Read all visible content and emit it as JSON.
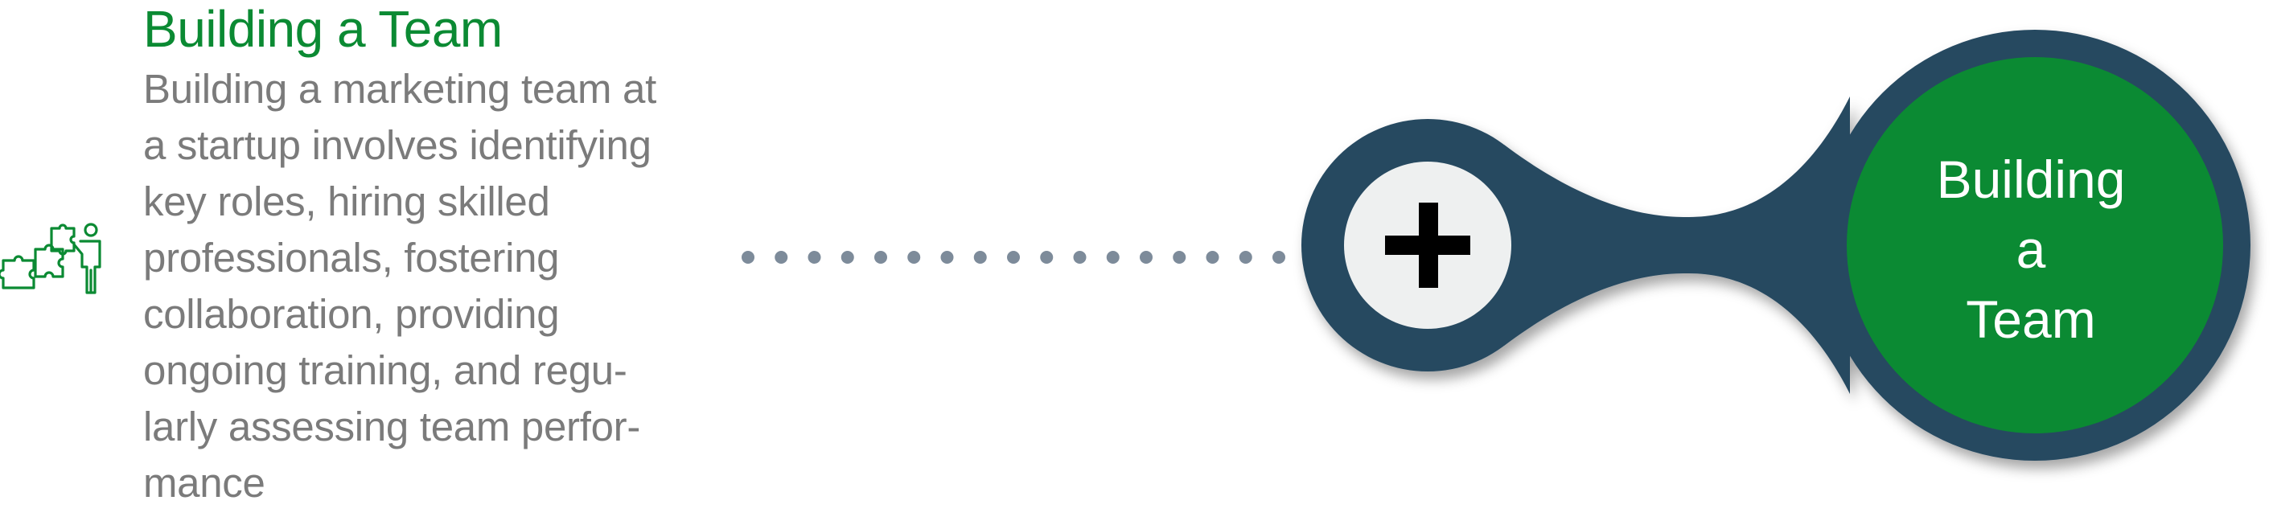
{
  "section": {
    "title": "Building a Team",
    "description": "Building a marketing team at a startup involves identifying key roles, hiring skilled professionals, fostering collaboration, providing ongoing training, and regu­larly assessing team perfor­mance",
    "icon": "puzzle-person-icon"
  },
  "node": {
    "label_lines": [
      "Building",
      "a",
      "Team"
    ],
    "symbol": "plus-icon"
  },
  "colors": {
    "accent_green": "#0b8a33",
    "navy": "#254861",
    "text_gray": "#7b7b7b",
    "dot_gray": "#7d8b9a",
    "plus_fill": "#eef0f0"
  }
}
